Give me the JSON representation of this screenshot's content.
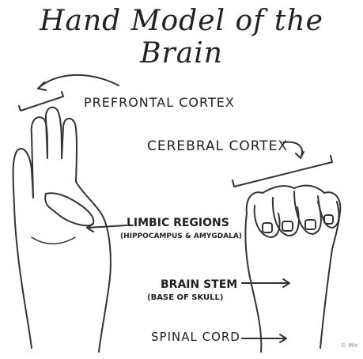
{
  "title": "Hand Model of the Brain",
  "labels": {
    "prefrontal_cortex": "PREFRONTAL CORTEX",
    "cerebral_cortex": "CEREBRAL CORTEX",
    "limbic_regions": "LIMBIC REGIONS",
    "limbic_detail": "(HIPPOCAMPUS & AMYGDALA)",
    "brain_stem": "BRAIN STEM",
    "brain_stem_detail": "(BASE OF SKULL)",
    "spinal_cord": "SPINAL CORD"
  },
  "credit": "© Mix"
}
